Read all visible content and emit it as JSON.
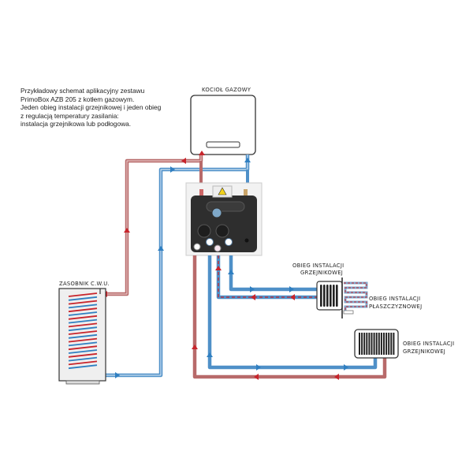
{
  "description": {
    "lines": [
      "Przykładowy schemat aplikacyjny zestawu",
      "PrimoBox AZB 205 z kotłem gazowym.",
      "Jeden obieg instalacji grzejnikowej i jeden obieg",
      "z regulacją temperatury zasilania:",
      "instalacja grzejnikowa lub podłogowa."
    ]
  },
  "labels": {
    "boiler": "KOCIOŁ GAZOWY",
    "tank": "ZASOBNIK C.W.U.",
    "radiator_circuit_1_line1": "OBIEG INSTALACJI",
    "radiator_circuit_1_line2": "GRZEJNIKOWEJ",
    "floor_circuit_line1": "OBIEG INSTALACJI",
    "floor_circuit_line2": "PŁASZCZYZNOWEJ",
    "radiator_circuit_2_line1": "OBIEG INSTALACJI",
    "radiator_circuit_2_line2": "GRZEJNIKOWEJ"
  },
  "colors": {
    "hot": "#c8242b",
    "hot_pipe": "#b86a6a",
    "cold": "#2f7fc1",
    "cold_pipe": "#4f90c8",
    "outline": "#333333"
  }
}
